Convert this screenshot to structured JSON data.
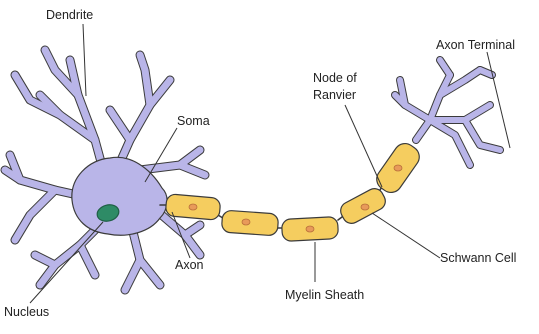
{
  "labels": {
    "dendrite": "Dendrite",
    "soma": "Soma",
    "node_of_ranvier_line1": "Node of",
    "node_of_ranvier_line2": "Ranvier",
    "axon_terminal": "Axon Terminal",
    "axon": "Axon",
    "nucleus": "Nucleus",
    "myelin_sheath": "Myelin Sheath",
    "schwann_cell": "Schwann Cell"
  },
  "colors": {
    "cell_body": "#b9b5e8",
    "cell_outline": "#3b3b3b",
    "nucleus": "#2e8b66",
    "myelin": "#f5cd5f",
    "schwann_nucleus": "#e89a5a",
    "leader_line": "#333333"
  }
}
